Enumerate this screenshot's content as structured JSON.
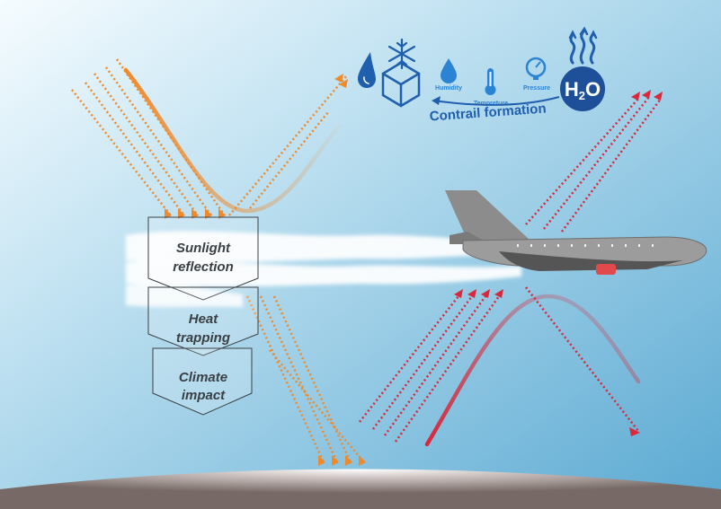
{
  "steps": [
    {
      "line1": "Sunlight",
      "line2": "reflection"
    },
    {
      "line1": "Heat",
      "line2": "trapping"
    },
    {
      "line1": "Climate",
      "line2": "impact"
    }
  ],
  "formation": {
    "title": "Contrail formation",
    "humidity": "Humidity",
    "temperature": "Tempreture",
    "pressure": "Pressure",
    "h2o_main": "H",
    "h2o_sub": "2",
    "h2o_end": "O"
  },
  "colors": {
    "sky_top": "#f4fbfe",
    "sky_bottom": "#6fb7d9",
    "sunlight": "#ef8a2c",
    "heat": "#d8283a",
    "formation_blue": "#1f5fae",
    "h2o_circle": "#1e4f99",
    "aircraft": "#8c8c8c",
    "ground": "#8a7d7a"
  },
  "icons": [
    "ice-crystal-icon",
    "humidity-drop-icon",
    "thermometer-icon",
    "pressure-gauge-icon",
    "water-vapor-icon",
    "aircraft-icon"
  ]
}
